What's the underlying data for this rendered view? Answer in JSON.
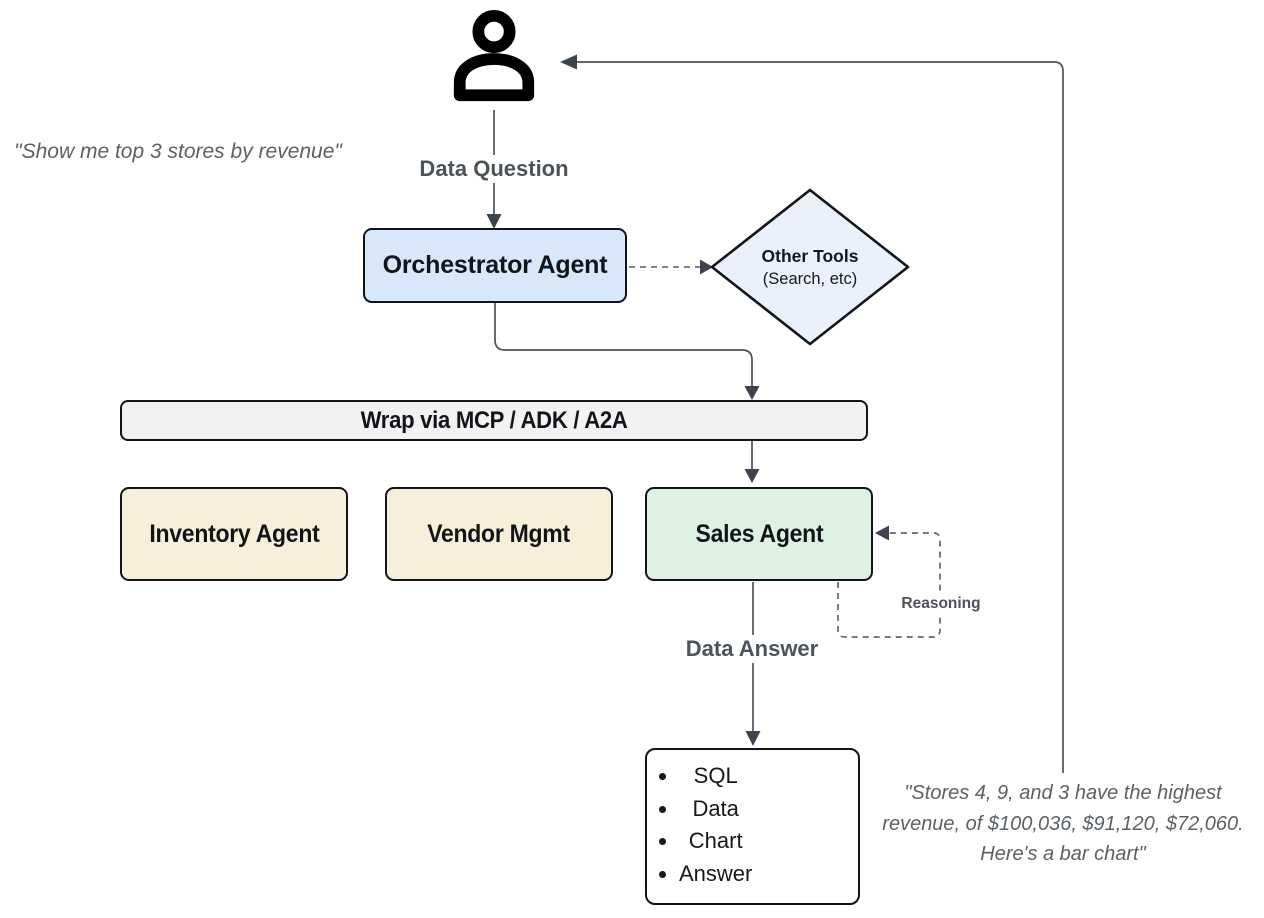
{
  "diagram": {
    "user_quote": "\"Show me top 3 stores by revenue\"",
    "labels": {
      "data_question": "Data Question",
      "data_answer": "Data Answer",
      "reasoning": "Reasoning"
    },
    "nodes": {
      "orchestrator": {
        "label": "Orchestrator Agent",
        "fill": "#d9e7fb"
      },
      "other_tools": {
        "title": "Other Tools",
        "subtitle": "(Search, etc)",
        "fill": "#eaf1fb"
      },
      "wrap_bar": {
        "label": "Wrap via MCP / ADK / A2A",
        "fill": "#f2f2f3"
      },
      "inventory_agent": {
        "label": "Inventory Agent",
        "fill": "#f8efda"
      },
      "vendor_mgmt": {
        "label": "Vendor Mgmt",
        "fill": "#f8efda"
      },
      "sales_agent": {
        "label": "Sales Agent",
        "fill": "#def2e4"
      },
      "output": {
        "items": [
          "SQL",
          "Data",
          "Chart",
          "Answer"
        ]
      }
    },
    "answer_quote_lines": [
      "\"Stores 4, 9, and 3 have the highest",
      "revenue, of $100,036, $91,120, $72,060.",
      "Here's a bar chart\""
    ],
    "colors": {
      "border": "#111418",
      "connector": "#4b525b",
      "arrowhead": "#3d4450",
      "dashed_connector": "#6f747c",
      "label_text": "#4d535c",
      "quote_text": "#5b606b"
    }
  }
}
